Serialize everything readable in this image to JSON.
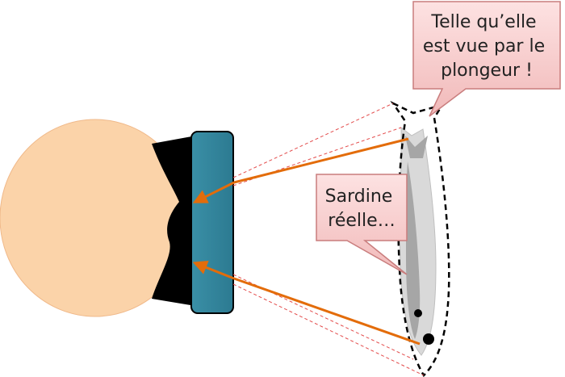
{
  "callouts": {
    "apparent_label_lines": [
      "Telle qu’elle",
      "est vue par le",
      "plongeur !"
    ],
    "real_label_lines": [
      "Sardine",
      "réelle…"
    ]
  },
  "colors": {
    "head": "#fbd3a9",
    "mask_glass": "#31849b",
    "mask_strap": "#000000",
    "light_ray": "#e36c0a",
    "callout_fill": "#f4c4c4",
    "dashed_outline": "#000000"
  }
}
